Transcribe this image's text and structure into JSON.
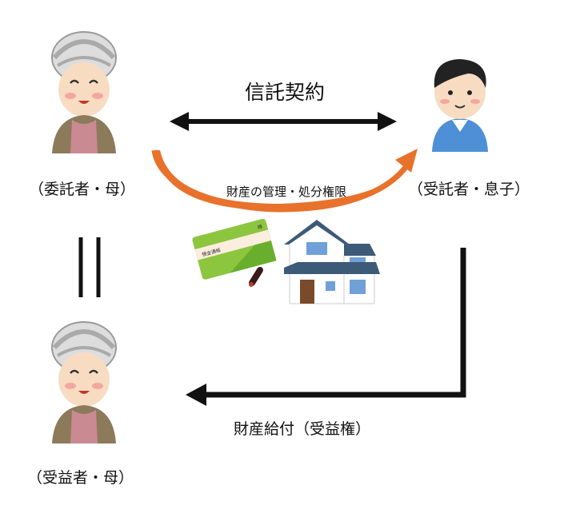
{
  "contract_label": "信託契約",
  "authority_label": "財産の管理・処分権限",
  "benefit_label": "財産給付（受益権）",
  "settlor_label": "（委託者・母）",
  "trustee_label": "（受託者・息子）",
  "beneficiary_label": "（受益者・母）",
  "passbook_text": "預金通帳",
  "passbook_suffix": "様",
  "colors": {
    "orange": "#e8722c",
    "black": "#111111",
    "green": "#8cc63f",
    "roof": "#3d5a78"
  }
}
